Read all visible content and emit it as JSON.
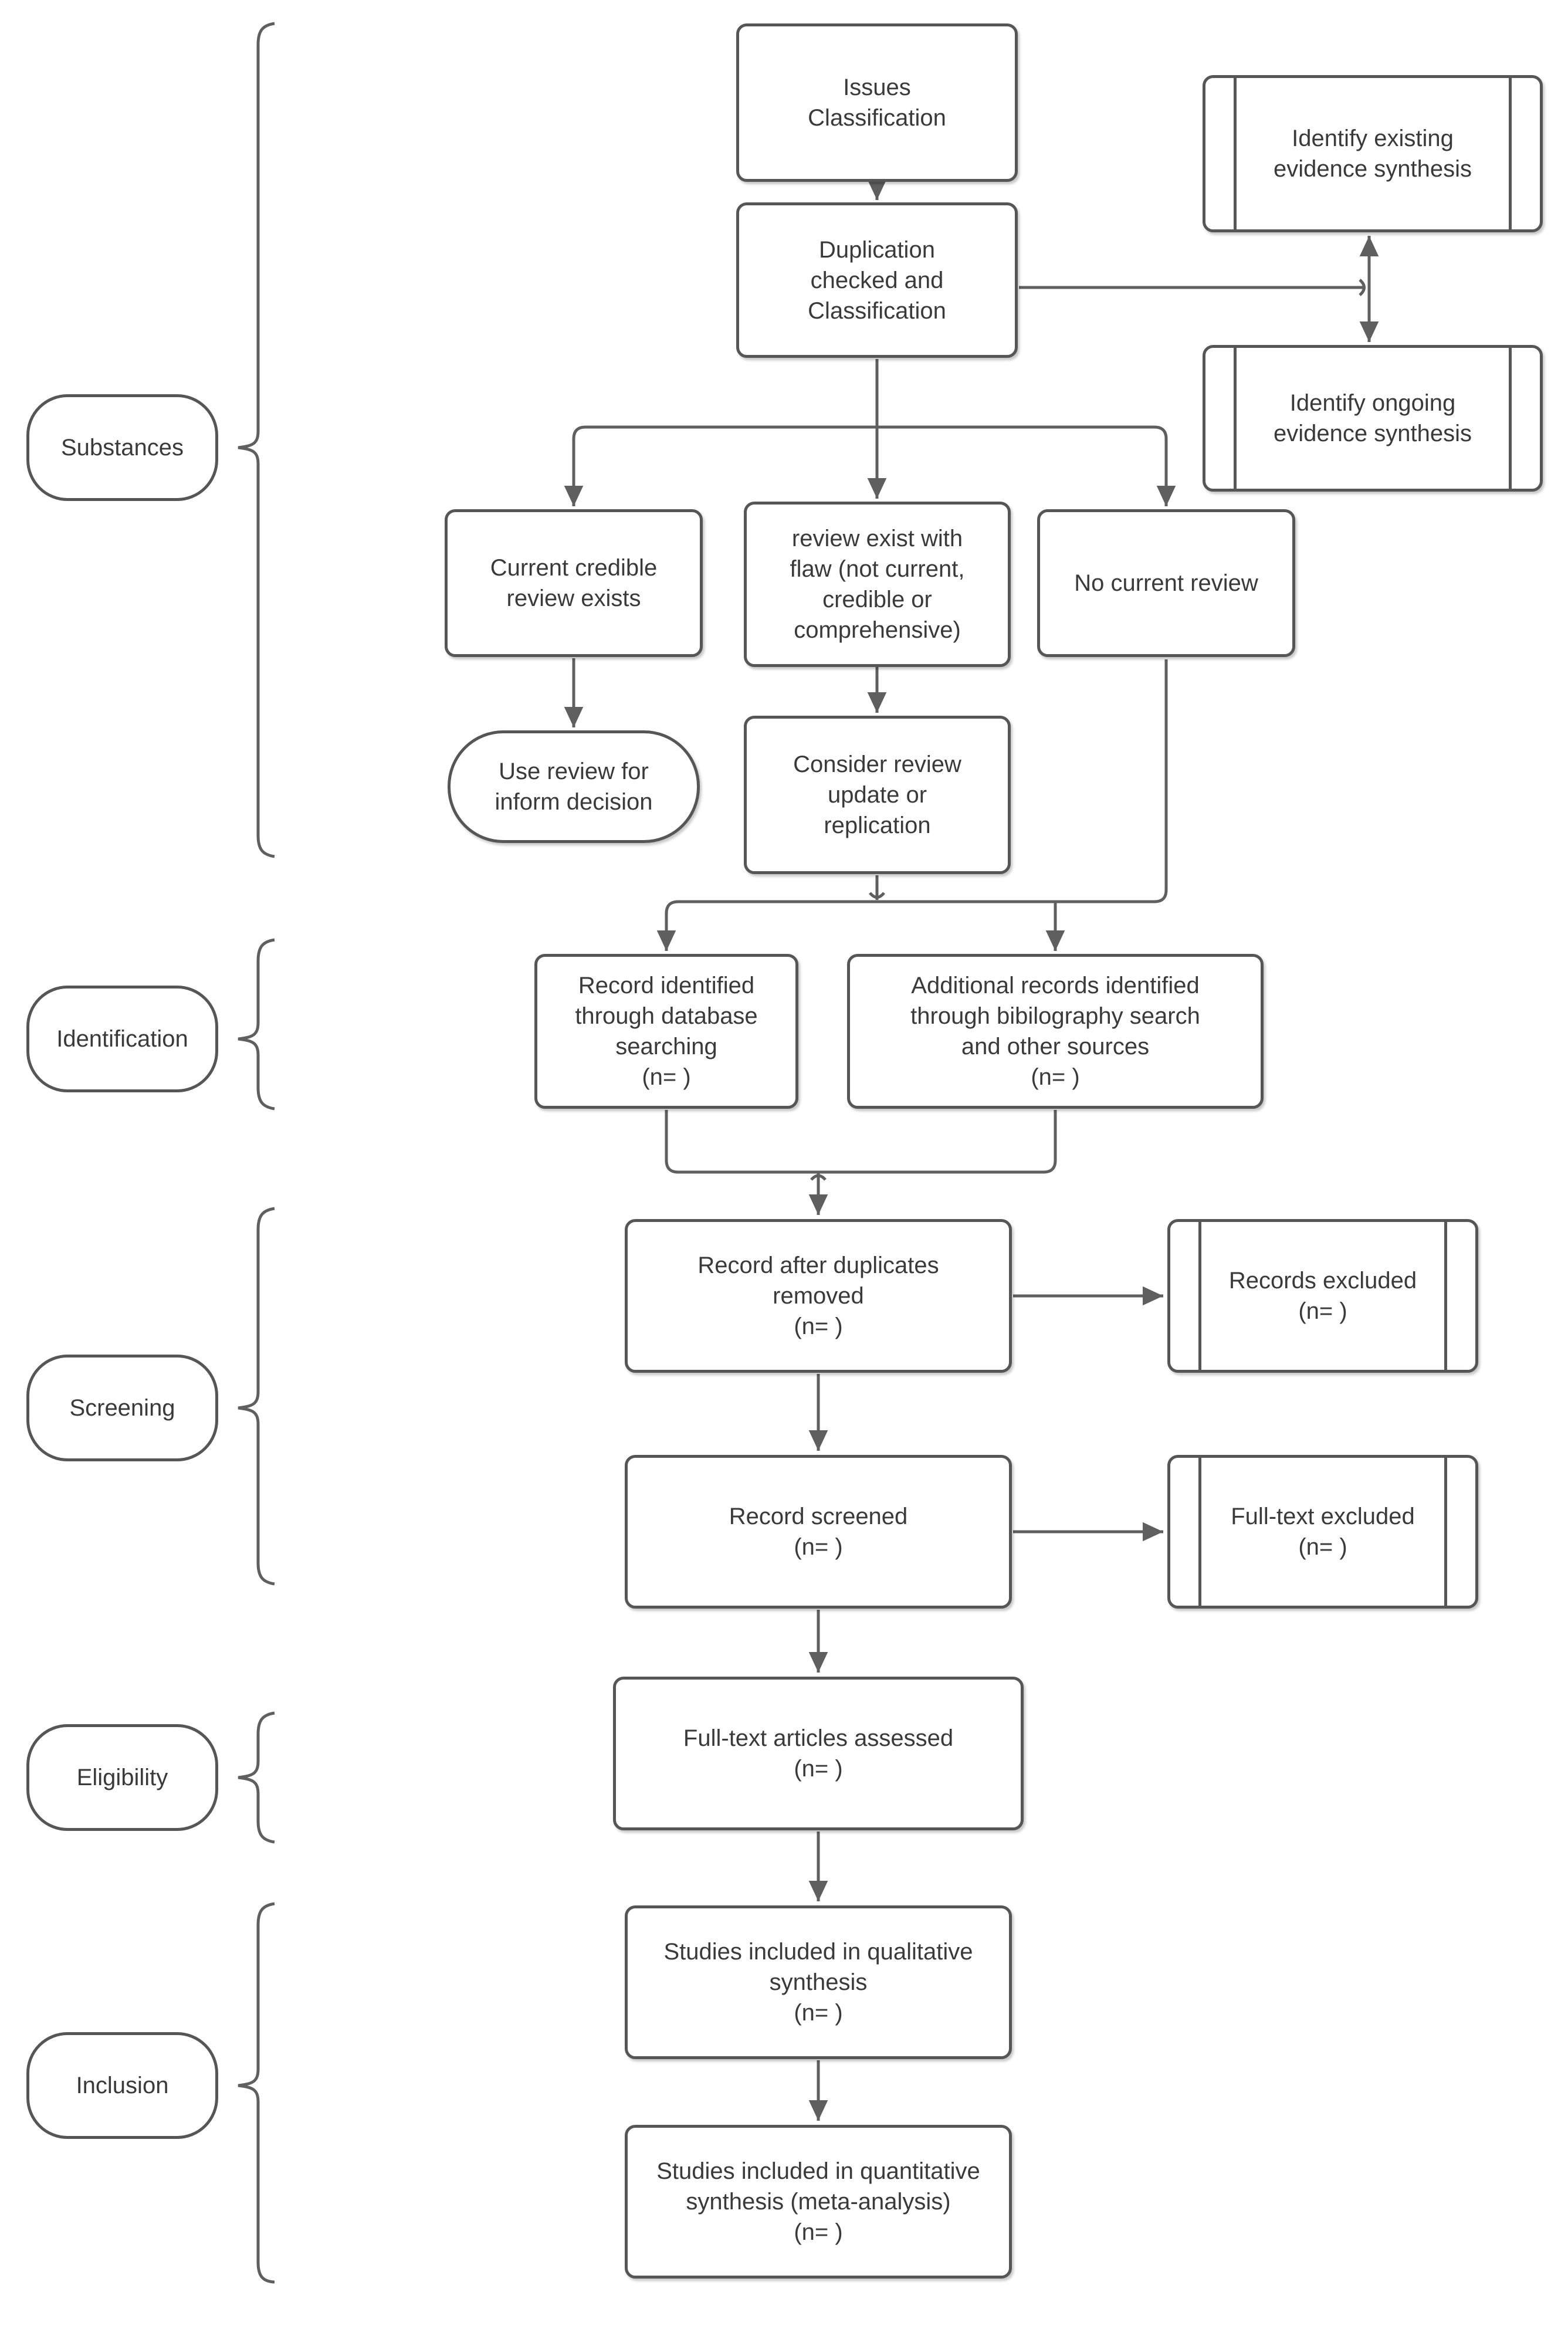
{
  "colors": {
    "border": "#565656",
    "line": "#5f5f5f",
    "text": "#3a3a3a",
    "background": "#ffffff"
  },
  "stages": [
    {
      "label": "Substances"
    },
    {
      "label": "Identification"
    },
    {
      "label": "Screening"
    },
    {
      "label": "Eligibility"
    },
    {
      "label": "Inclusion"
    }
  ],
  "nodes": {
    "issues": {
      "label": "Issues\nClassification"
    },
    "duplication": {
      "label": "Duplication\nchecked and\nClassification"
    },
    "identify_existing": {
      "label": "Identify existing\nevidence synthesis"
    },
    "identify_ongoing": {
      "label": "Identify ongoing\nevidence synthesis"
    },
    "current_credible": {
      "label": "Current credible\nreview exists"
    },
    "review_flaw": {
      "label": "review exist with\nflaw (not current,\ncredible or\ncomprehensive)"
    },
    "no_current": {
      "label": "No current review"
    },
    "use_review": {
      "label": "Use review for\ninform decision"
    },
    "consider_review": {
      "label": "Consider review\nupdate or\nreplication"
    },
    "record_identified": {
      "label": "Record identified\nthrough database\nsearching\n(n= )"
    },
    "additional_records": {
      "label": "Additional records identified\nthrough bibilography search\nand other sources\n(n= )"
    },
    "record_after_dup": {
      "label": "Record after duplicates\nremoved\n(n= )"
    },
    "records_excluded": {
      "label": "Records excluded\n(n= )"
    },
    "record_screened": {
      "label": "Record screened\n(n= )"
    },
    "fulltext_excluded": {
      "label": "Full-text excluded\n(n= )"
    },
    "fulltext_assessed": {
      "label": "Full-text articles assessed\n(n= )"
    },
    "studies_qualitative": {
      "label": "Studies included in qualitative\nsynthesis\n(n= )"
    },
    "studies_quantitative": {
      "label": "Studies included in quantitative\nsynthesis (meta-analysis)\n(n= )"
    }
  }
}
